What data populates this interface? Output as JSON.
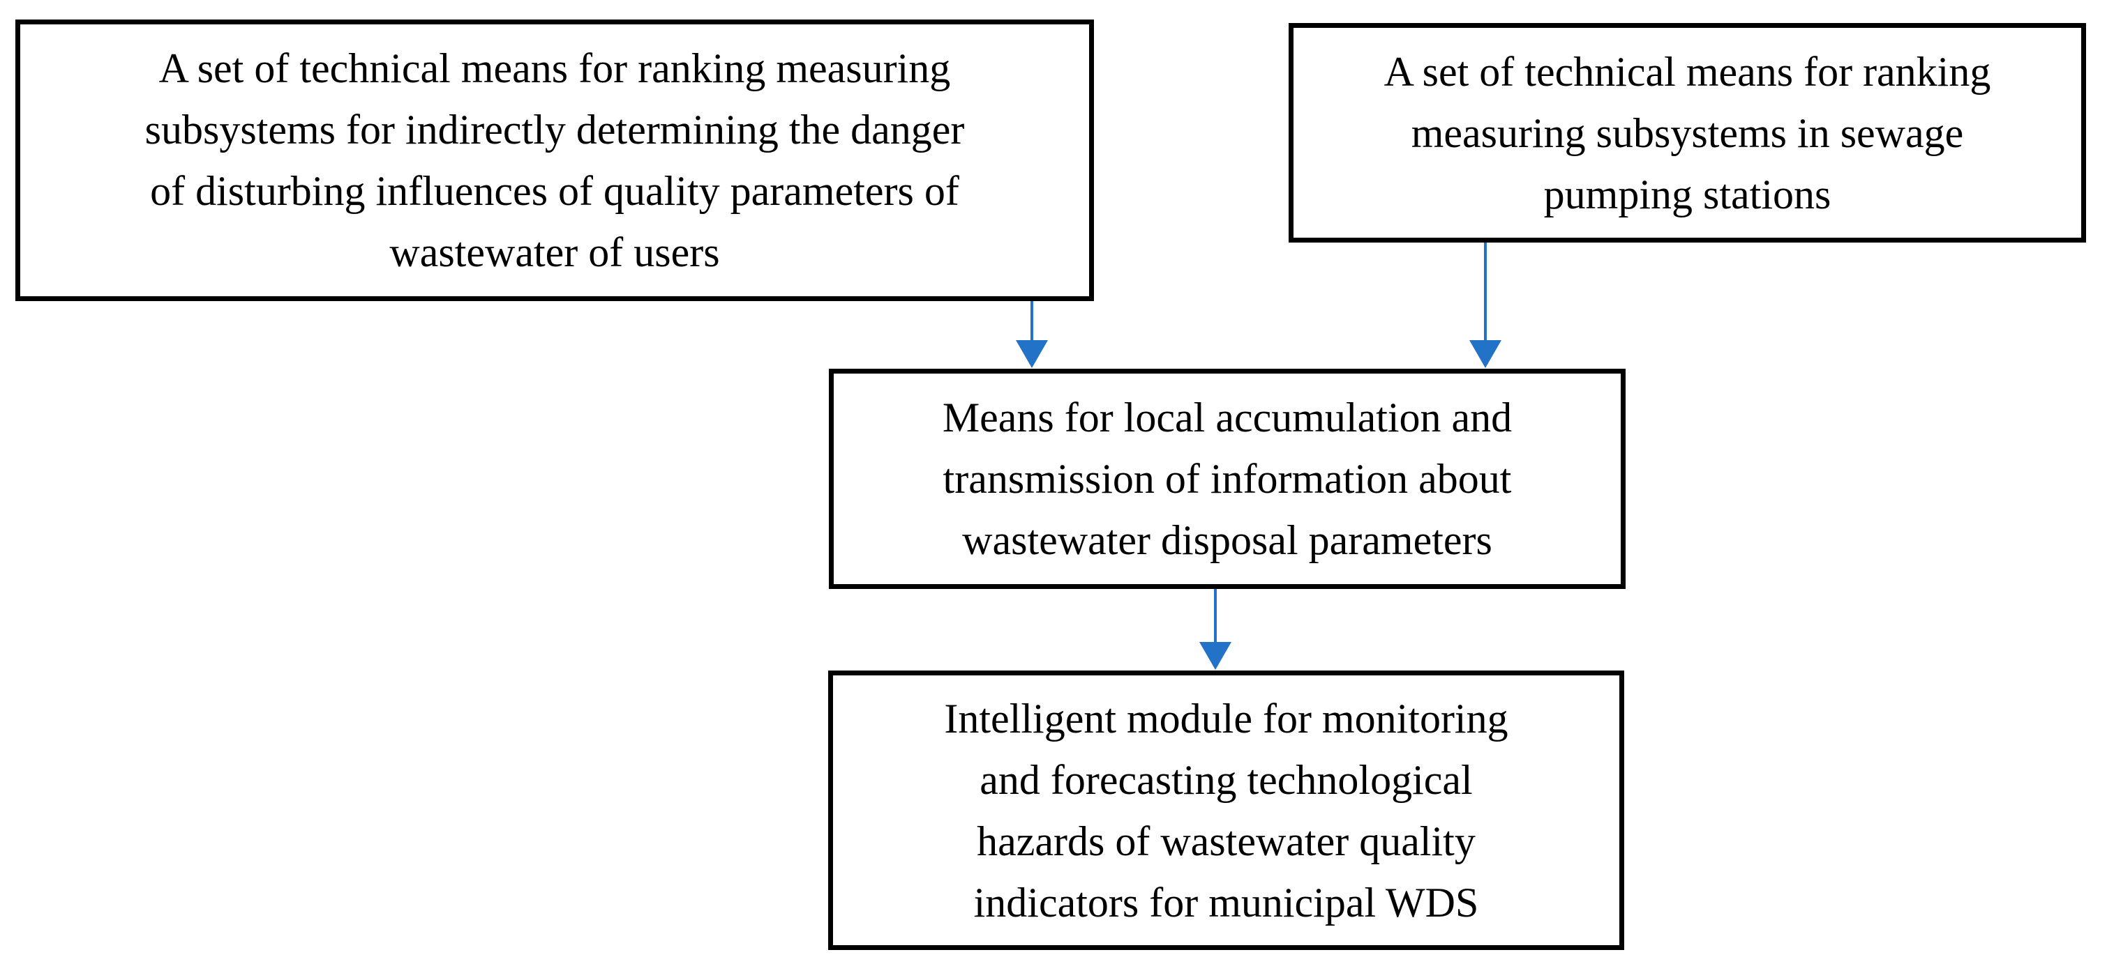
{
  "colors": {
    "background": "#ffffff",
    "box_border": "#000000",
    "text": "#000000",
    "arrow": "#2273C8"
  },
  "boxes": {
    "users_ranking": {
      "lines": [
        "A set of technical means for ranking measuring",
        "subsystems for indirectly determining the danger",
        "of disturbing influences of quality parameters of",
        "wastewater of users"
      ]
    },
    "sewage_pumping": {
      "lines": [
        "A set of technical means for ranking",
        "measuring subsystems in sewage",
        "pumping stations"
      ]
    },
    "local_accumulation": {
      "lines": [
        "Means for local accumulation and",
        "transmission of information about",
        "wastewater disposal parameters"
      ]
    },
    "intelligent_module": {
      "lines": [
        "Intelligent module for monitoring",
        "and forecasting technological",
        "hazards of wastewater quality",
        "indicators for municipal WDS"
      ]
    }
  },
  "connections": [
    {
      "from": "users_ranking",
      "to": "local_accumulation"
    },
    {
      "from": "sewage_pumping",
      "to": "local_accumulation"
    },
    {
      "from": "local_accumulation",
      "to": "intelligent_module"
    }
  ]
}
